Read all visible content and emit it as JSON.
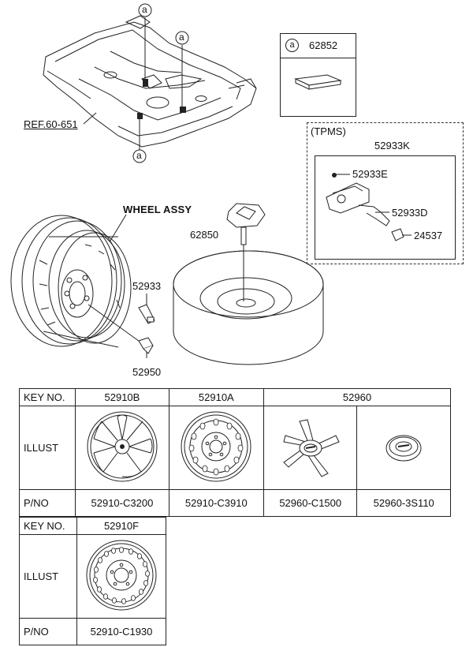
{
  "labels": {
    "ref": "REF.60-651",
    "marker": "a",
    "legend_part": "62852",
    "tpms_title": "(TPMS)",
    "tpms_kit": "52933K",
    "tpms_e": "52933E",
    "tpms_d": "52933D",
    "tpms_cap": "24537",
    "wheel_assy": "WHEEL ASSY",
    "hanger": "62850",
    "valve": "52933",
    "nut": "52950"
  },
  "table1": {
    "key_header": "KEY NO.",
    "illust_header": "ILLUST",
    "pno_header": "P/NO",
    "keys": [
      "52910B",
      "52910A",
      "52960"
    ],
    "pnos": [
      "52910-C3200",
      "52910-C3910",
      "52960-C1500",
      "52960-3S110"
    ]
  },
  "table2": {
    "key_header": "KEY NO.",
    "illust_header": "ILLUST",
    "pno_header": "P/NO",
    "key": "52910F",
    "pno": "52910-C1930"
  }
}
